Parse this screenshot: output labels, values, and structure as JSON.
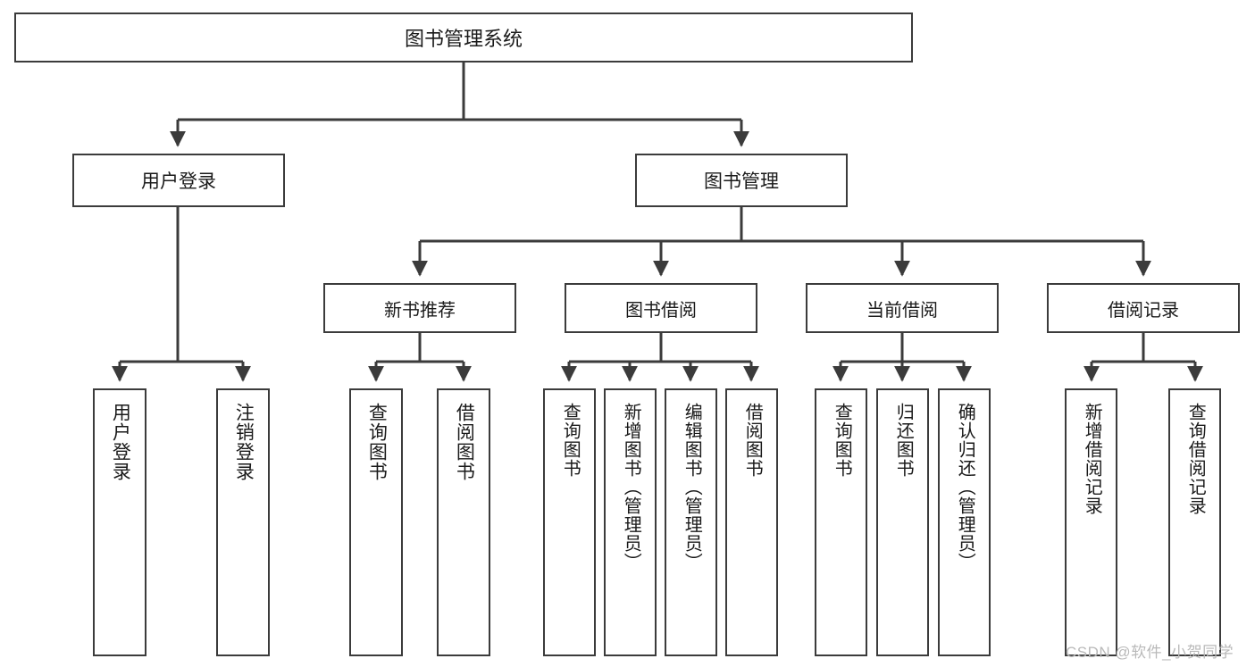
{
  "diagram": {
    "title": "图书管理系统",
    "type": "tree-hierarchy",
    "root": {
      "id": "root",
      "label": "图书管理系统"
    },
    "level2": [
      {
        "id": "user-login",
        "label": "用户登录"
      },
      {
        "id": "book-management",
        "label": "图书管理"
      }
    ],
    "level3": [
      {
        "id": "new-book-recommend",
        "label": "新书推荐",
        "parent": "book-management"
      },
      {
        "id": "book-borrow",
        "label": "图书借阅",
        "parent": "book-management"
      },
      {
        "id": "current-borrow",
        "label": "当前借阅",
        "parent": "book-management"
      },
      {
        "id": "borrow-record",
        "label": "借阅记录",
        "parent": "book-management"
      }
    ],
    "leaves": {
      "user_login": [
        {
          "id": "leaf-user-login",
          "label": "用户登录"
        },
        {
          "id": "leaf-user-logout",
          "label": "注销登录"
        }
      ],
      "new_book_recommend": [
        {
          "id": "leaf-query-book-1",
          "label": "查询图书"
        },
        {
          "id": "leaf-borrow-book-1",
          "label": "借阅图书"
        }
      ],
      "book_borrow": [
        {
          "id": "leaf-query-book-2",
          "label": "查询图书"
        },
        {
          "id": "leaf-add-book",
          "label": "新增图书（管理员）"
        },
        {
          "id": "leaf-edit-book",
          "label": "编辑图书（管理员）"
        },
        {
          "id": "leaf-borrow-book-2",
          "label": "借阅图书"
        }
      ],
      "current_borrow": [
        {
          "id": "leaf-query-book-3",
          "label": "查询图书"
        },
        {
          "id": "leaf-return-book",
          "label": "归还图书"
        },
        {
          "id": "leaf-confirm-return",
          "label": "确认归还（管理员）"
        }
      ],
      "borrow_record": [
        {
          "id": "leaf-add-record",
          "label": "新增借阅记录"
        },
        {
          "id": "leaf-query-record",
          "label": "查询借阅记录"
        }
      ]
    }
  },
  "watermark": {
    "text": "CSDN @软件_小贺同学"
  },
  "colors": {
    "border": "#3b3b3b",
    "background": "#ffffff",
    "text": "#1a1a1a",
    "watermark": "#b9b9b9"
  }
}
